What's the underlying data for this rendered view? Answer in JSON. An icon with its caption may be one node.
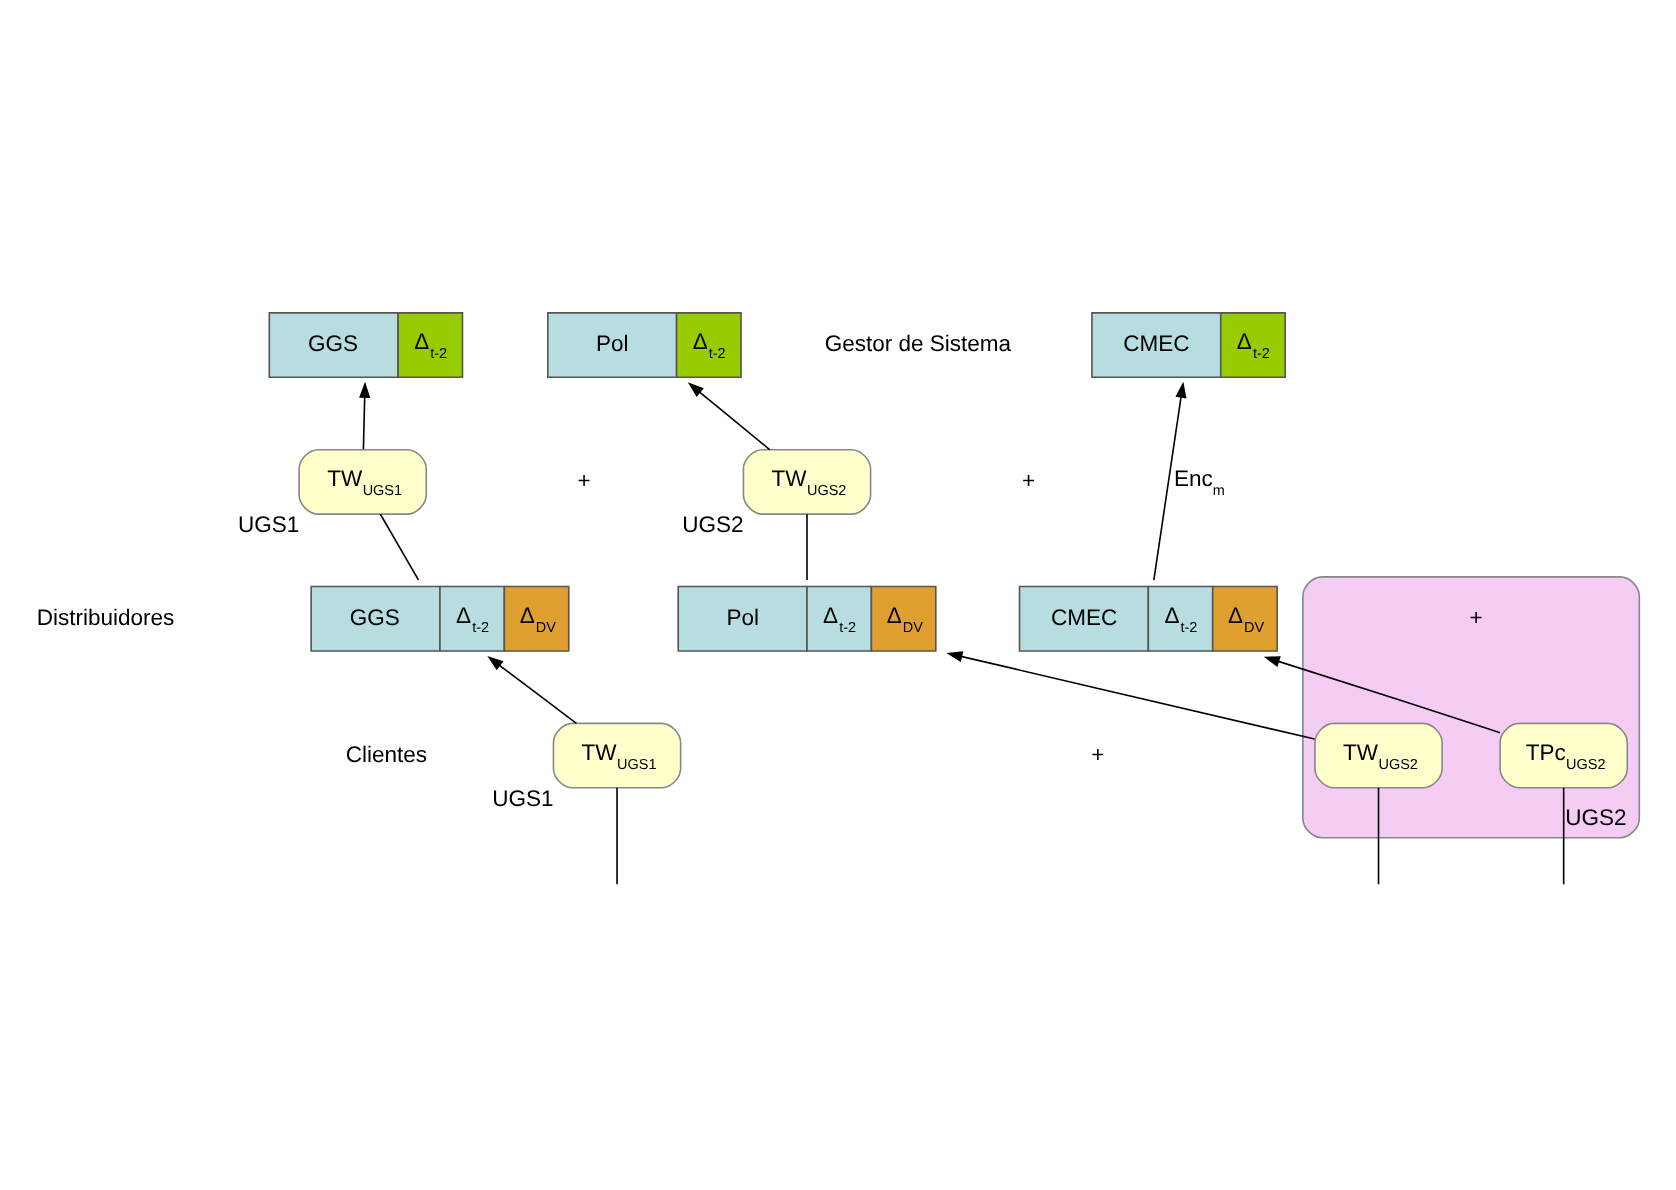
{
  "diagram": {
    "nodes": [
      {
        "text": [
          "GGS",
          "Δ$_{t-2}$"
        ]
      },
      {
        "text": [
          "Pol",
          "Δ$_{t-2}$"
        ]
      },
      {
        "text": [
          "CMEC",
          "Δ$_{t-2}$"
        ]
      },
      {
        "text": [
          "TW$_{UGS1}$"
        ],
        "beside": [
          "UGS1"
        ]
      },
      {
        "text": [
          "TW$_{UGS2}$"
        ],
        "beside": [
          "UGS2"
        ]
      },
      {
        "text": [
          "GGS",
          "Δ$_{t-2}$",
          "Δ$_{DV}$"
        ]
      },
      {
        "text": [
          "Pol",
          "Δ$_{t-2}$",
          "Δ$_{DV}$"
        ]
      },
      {
        "text": [
          "CMEC",
          "Δ$_{t-2}$",
          "Δ$_{DV}$"
        ]
      },
      {
        "text": [
          "TW$_{UGS1}$"
        ],
        "beside": [
          "UGS1"
        ]
      },
      {
        "text": [
          "UGS2"
        ]
      },
      {
        "text": [
          "TW$_{UGS2}$"
        ],
        "in": 9
      },
      {
        "text": [
          "TPc$_{UGS2}$"
        ],
        "in": 9
      }
    ],
    "edges": [
      {
        "from": 5,
        "to": 3,
        "arrow": "none"
      },
      {
        "from": 3,
        "to": 0,
        "arrow": "to"
      },
      {
        "from": 6,
        "to": 4,
        "arrow": "none"
      },
      {
        "from": 4,
        "to": 1,
        "arrow": "to"
      },
      {
        "from": 7,
        "to": 2,
        "arrow": "to",
        "label": "Enc$_{m}$"
      },
      {
        "from": null,
        "to": 8,
        "arrow": "none"
      },
      {
        "from": 8,
        "to": 5,
        "arrow": "to"
      },
      {
        "from": null,
        "to": 10,
        "arrow": "none"
      },
      {
        "from": 10,
        "to": 6,
        "arrow": "to"
      },
      {
        "from": null,
        "to": 11,
        "arrow": "none"
      },
      {
        "from": 11,
        "to": 7,
        "arrow": "to"
      }
    ],
    "labels": [
      "Gestor de Sistema",
      "+",
      "+",
      "Distribuidores",
      "Clientes",
      "+",
      "+"
    ]
  }
}
